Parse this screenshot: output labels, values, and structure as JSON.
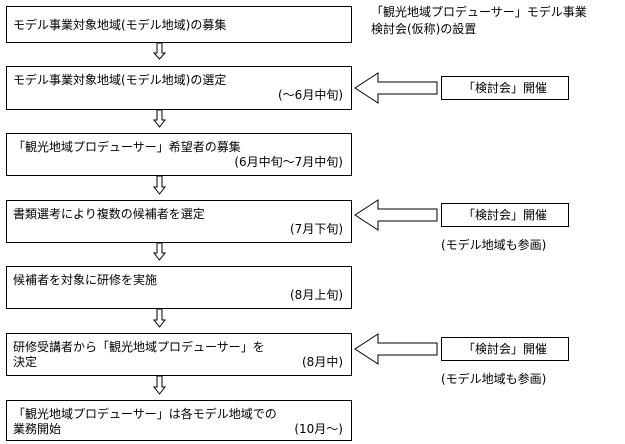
{
  "header": {
    "line1": "「観光地域プロデューサー」モデル事業",
    "line2": "検討会(仮称)の設置"
  },
  "steps": [
    {
      "line1": "モデル事業対象地域(モデル地域)の募集",
      "line2": "",
      "period": ""
    },
    {
      "line1": "モデル事業対象地域(モデル地域)の選定",
      "line2": "",
      "period": "(～6月中旬)"
    },
    {
      "line1": "「観光地域プロデューサー」希望者の募集",
      "line2": "",
      "period": "(6月中旬～7月中旬)"
    },
    {
      "line1": "書類選考により複数の候補者を選定",
      "line2": "",
      "period": "(7月下旬)"
    },
    {
      "line1": "候補者を対象に研修を実施",
      "line2": "",
      "period": "(8月上旬)"
    },
    {
      "line1": "研修受講者から「観光地域プロデューサー」を",
      "line2": "決定",
      "period": "(8月中)"
    },
    {
      "line1": "「観光地域プロデューサー」は各モデル地域での",
      "line2": "業務開始",
      "period": "(10月～)"
    }
  ],
  "meetings": [
    {
      "label": "「検討会」開催",
      "note": ""
    },
    {
      "label": "「検討会」開催",
      "note": "(モデル地域も参画)"
    },
    {
      "label": "「検討会」開催",
      "note": "(モデル地域も参画)"
    }
  ]
}
